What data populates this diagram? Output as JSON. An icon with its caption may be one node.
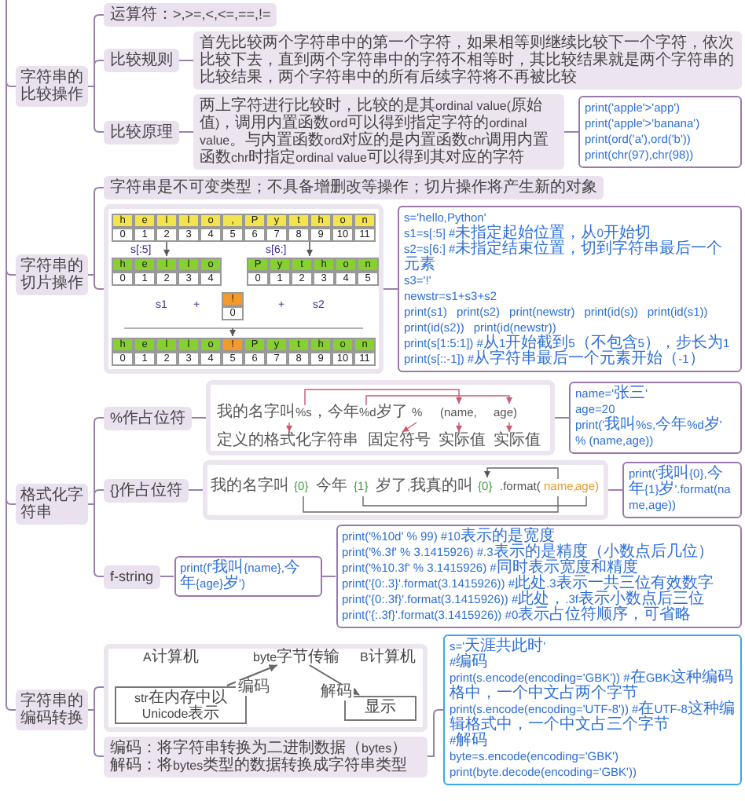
{
  "diagram": {
    "nodes": [
      {
        "text": [
          "字符串的比较操作"
        ]
      },
      {
        "text": [
          "运算符：>,>=,<,<=,==,!="
        ]
      },
      {
        "text": [
          "比较规则"
        ]
      },
      {
        "text": [
          "首先比较两个字符串中的第一个字符，如果相等则继续比较下一个字符，依次比较下去，直到两个字符串中的字符不相等时，其比较结果就是两个字符串的比较结果，两个字符串中的所有后续字符将不再被比较"
        ]
      },
      {
        "text": [
          "比较原理"
        ]
      },
      {
        "text": [
          "两上字符进行比较时，比较的是其ordinal value(原始值)，调用内置函数ord可以得到指定字符的ordinal value。与内置函数ord对应的是内置函数chr调用内置函数chr时指定ordinal value可以得到其对应的字符"
        ]
      },
      {
        "text": [
          "print('apple'>'app')",
          "print('apple'>'banana')",
          "print(ord('a'),ord('b'))",
          "print(chr(97),chr(98))"
        ]
      },
      {
        "text": [
          "字符串的切片操作"
        ]
      },
      {
        "text": [
          "字符串是不可变类型；不具备增删改等操作；切片操作将产生新的对象"
        ]
      },
      {
        "text": [],
        "shape": "box"
      },
      {
        "text": [
          "s='hello,Python'",
          "s1=s[:5] #未指定起始位置，从0开始切",
          "s2=s[6:] #未指定结束位置，切到字符串最后一个元素",
          "s3='!'",
          "newstr=s1+s3+s2",
          "print(s1)",
          "print(s2)",
          "print(newstr)",
          "print(id(s))",
          "print(id(s1))",
          "print(id(s2))",
          "print(id(newstr))",
          "print(s[1:5:1]) #从1开始截到5（不包含5），步长为1",
          "print(s[::-1]) #从字符串最后一个元素开始（-1）"
        ]
      },
      {
        "text": [
          "格式化字符串"
        ]
      },
      {
        "text": [
          "%作占位符"
        ]
      },
      {
        "text": [],
        "shape": "box"
      },
      {
        "text": [
          "name='张三'",
          "age=20",
          "print('我叫%s,今年%d岁' % (name,age))"
        ]
      },
      {
        "text": [
          "{}作占位符"
        ]
      },
      {
        "text": [],
        "shape": "box"
      },
      {
        "text": [
          "print('我叫{0},今年{1}岁'.format(name,age))"
        ]
      },
      {
        "text": [
          "f-string"
        ]
      },
      {
        "text": [
          "print(f'我叫{name},今年{age}岁')"
        ]
      },
      {
        "text": [
          "print('%10d' % 99) #10表示的是宽度",
          "print('%.3f' % 3.1415926) #.3表示的是精度（小数点后几位）",
          "print('%10.3f' % 3.1415926) #同时表示宽度和精度",
          "print('{0:.3}'.format(3.1415926)) #此处.3表示一共三位有效数字",
          "print('{0:.3f}'.format(3.1415926)) #此处，.3f表示小数点后三位",
          "print('{:.3f}'.format(3.1415926)) #0表示占位符顺序，可省略"
        ]
      },
      {
        "text": [
          "字符串的编码转换"
        ]
      },
      {
        "text": [],
        "shape": "box"
      },
      {
        "text": [
          "str在内存中以Unicode表示"
        ],
        "in": 22
      },
      {
        "text": [
          "byte字节传输"
        ],
        "in": 22
      },
      {
        "text": [
          "显示"
        ],
        "in": 22
      },
      {
        "text": [
          "编码：将字符串转换为二进制数据（bytes）",
          "解码：将bytes类型的数据转换成字符串类型"
        ]
      },
      {
        "text": [
          "s='天涯共此时'",
          "#编码",
          "print(s.encode(encoding='GBK')) #在GBK这种编码格中，一个中文占两个字节",
          "print(s.encode(encoding='UTF-8')) #在UTF-8这种编辑格式中，一个中文占三个字节",
          "#解码",
          "byte=s.encode(encoding='GBK')",
          "print(byte.decode(encoding='GBK'))"
        ]
      }
    ],
    "edges": [
      {
        "from": null,
        "to": 0,
        "arrow": "none"
      },
      {
        "from": null,
        "to": 7,
        "arrow": "none"
      },
      {
        "from": null,
        "to": 11,
        "arrow": "none"
      },
      {
        "from": null,
        "to": 21,
        "arrow": "none"
      },
      {
        "from": 0,
        "to": 1,
        "arrow": "none"
      },
      {
        "from": 0,
        "to": 2,
        "arrow": "none"
      },
      {
        "from": 0,
        "to": 4,
        "arrow": "none"
      },
      {
        "from": 2,
        "to": 3,
        "arrow": "none"
      },
      {
        "from": 4,
        "to": 5,
        "arrow": "none"
      },
      {
        "from": 5,
        "to": 6,
        "arrow": "none"
      },
      {
        "from": 7,
        "to": 8,
        "arrow": "none"
      },
      {
        "from": 7,
        "to": 9,
        "arrow": "none"
      },
      {
        "from": 9,
        "to": 10,
        "arrow": "none"
      },
      {
        "from": 11,
        "to": 12,
        "arrow": "none"
      },
      {
        "from": 11,
        "to": 15,
        "arrow": "none"
      },
      {
        "from": 11,
        "to": 18,
        "arrow": "none"
      },
      {
        "from": 12,
        "to": 13,
        "arrow": "none"
      },
      {
        "from": 13,
        "to": 14,
        "arrow": "none"
      },
      {
        "from": 15,
        "to": 16,
        "arrow": "none"
      },
      {
        "from": 16,
        "to": 17,
        "arrow": "none"
      },
      {
        "from": 18,
        "to": 19,
        "arrow": "none"
      },
      {
        "from": 19,
        "to": 20,
        "arrow": "none"
      },
      {
        "from": 21,
        "to": 22,
        "arrow": "none"
      },
      {
        "from": 21,
        "to": 26,
        "arrow": "none"
      },
      {
        "from": 26,
        "to": 27,
        "arrow": "none"
      },
      {
        "from": 23,
        "to": 24,
        "arrow": "to",
        "label": "编码",
        "color": "#666666"
      },
      {
        "from": 24,
        "to": 25,
        "arrow": "to",
        "label": "解码",
        "color": "#666666"
      }
    ],
    "labels": [
      "h",
      "e",
      "l",
      "l",
      "o",
      ",",
      "P",
      "y",
      "t",
      "h",
      "o",
      "n",
      "0",
      "1",
      "2",
      "3",
      "4",
      "5",
      "6",
      "7",
      "8",
      "9",
      "10",
      "11",
      "s[:5]",
      "s[6:]",
      "h",
      "e",
      "l",
      "l",
      "o",
      "P",
      "y",
      "t",
      "h",
      "o",
      "n",
      "0",
      "1",
      "2",
      "3",
      "4",
      "0",
      "1",
      "2",
      "3",
      "4",
      "5",
      "s1",
      "+",
      "!",
      "+",
      "s2",
      "0",
      "h",
      "e",
      "l",
      "l",
      "o",
      "!",
      "P",
      "y",
      "t",
      "h",
      "o",
      "n",
      "0",
      "1",
      "2",
      "3",
      "4",
      "5",
      "6",
      "7",
      "8",
      "9",
      "10",
      "11",
      "我的名字叫%s，今年%d岁了",
      "%",
      "(name,",
      "age)",
      "定义的格式化字符串",
      "固定符号",
      "实际值",
      "实际值",
      "我的名字叫",
      "{0}",
      "今年",
      "{1}",
      "岁了,我真的叫",
      "{0}",
      ".format(",
      "name,",
      "age)",
      "A计算机",
      "B计算机"
    ]
  }
}
